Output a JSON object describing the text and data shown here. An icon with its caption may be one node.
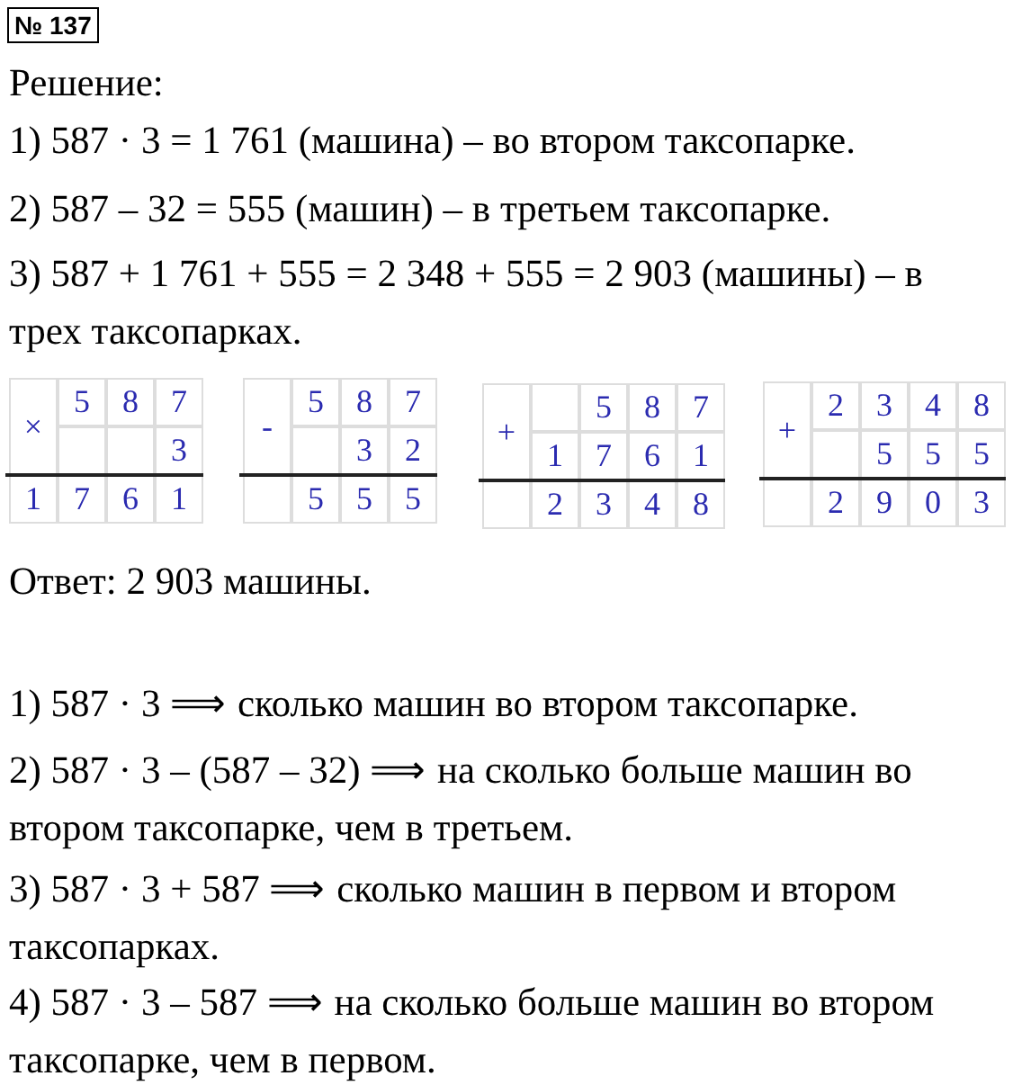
{
  "diagram": {
    "title": "№ 137",
    "labels": [
      "Решение:",
      "1) 587 · 3 = 1 761 (машина) – во втором таксопарке.",
      "2) 587 – 32 = 555 (машин) – в третьем таксопарке.",
      "3) 587 + 1 761 + 555 = 2 348 + 555 = 2 903 (машины) – в трех таксопарках.",
      "×",
      "5",
      "8",
      "7",
      "3",
      "1",
      "7",
      "6",
      "1",
      "-",
      "5",
      "8",
      "7",
      "3",
      "2",
      "5",
      "5",
      "5",
      "+",
      "5",
      "8",
      "7",
      "1",
      "7",
      "6",
      "1",
      "2",
      "3",
      "4",
      "8",
      "+",
      "2",
      "3",
      "4",
      "8",
      "5",
      "5",
      "5",
      "2",
      "9",
      "0",
      "3",
      "Ответ: 2 903 машины.",
      "1) 587 · 3 ⟹ сколько машин во втором таксопарке.",
      "2) 587 · 3 – (587 – 32) ⟹ на сколько больше машин во втором таксопарке, чем в третьем.",
      "3) 587 · 3 + 587 ⟹ сколько машин в первом и втором таксопарках.",
      "4) 587 · 3 – 587 ⟹ на сколько больше машин во втором таксопарке, чем в первом."
    ]
  }
}
